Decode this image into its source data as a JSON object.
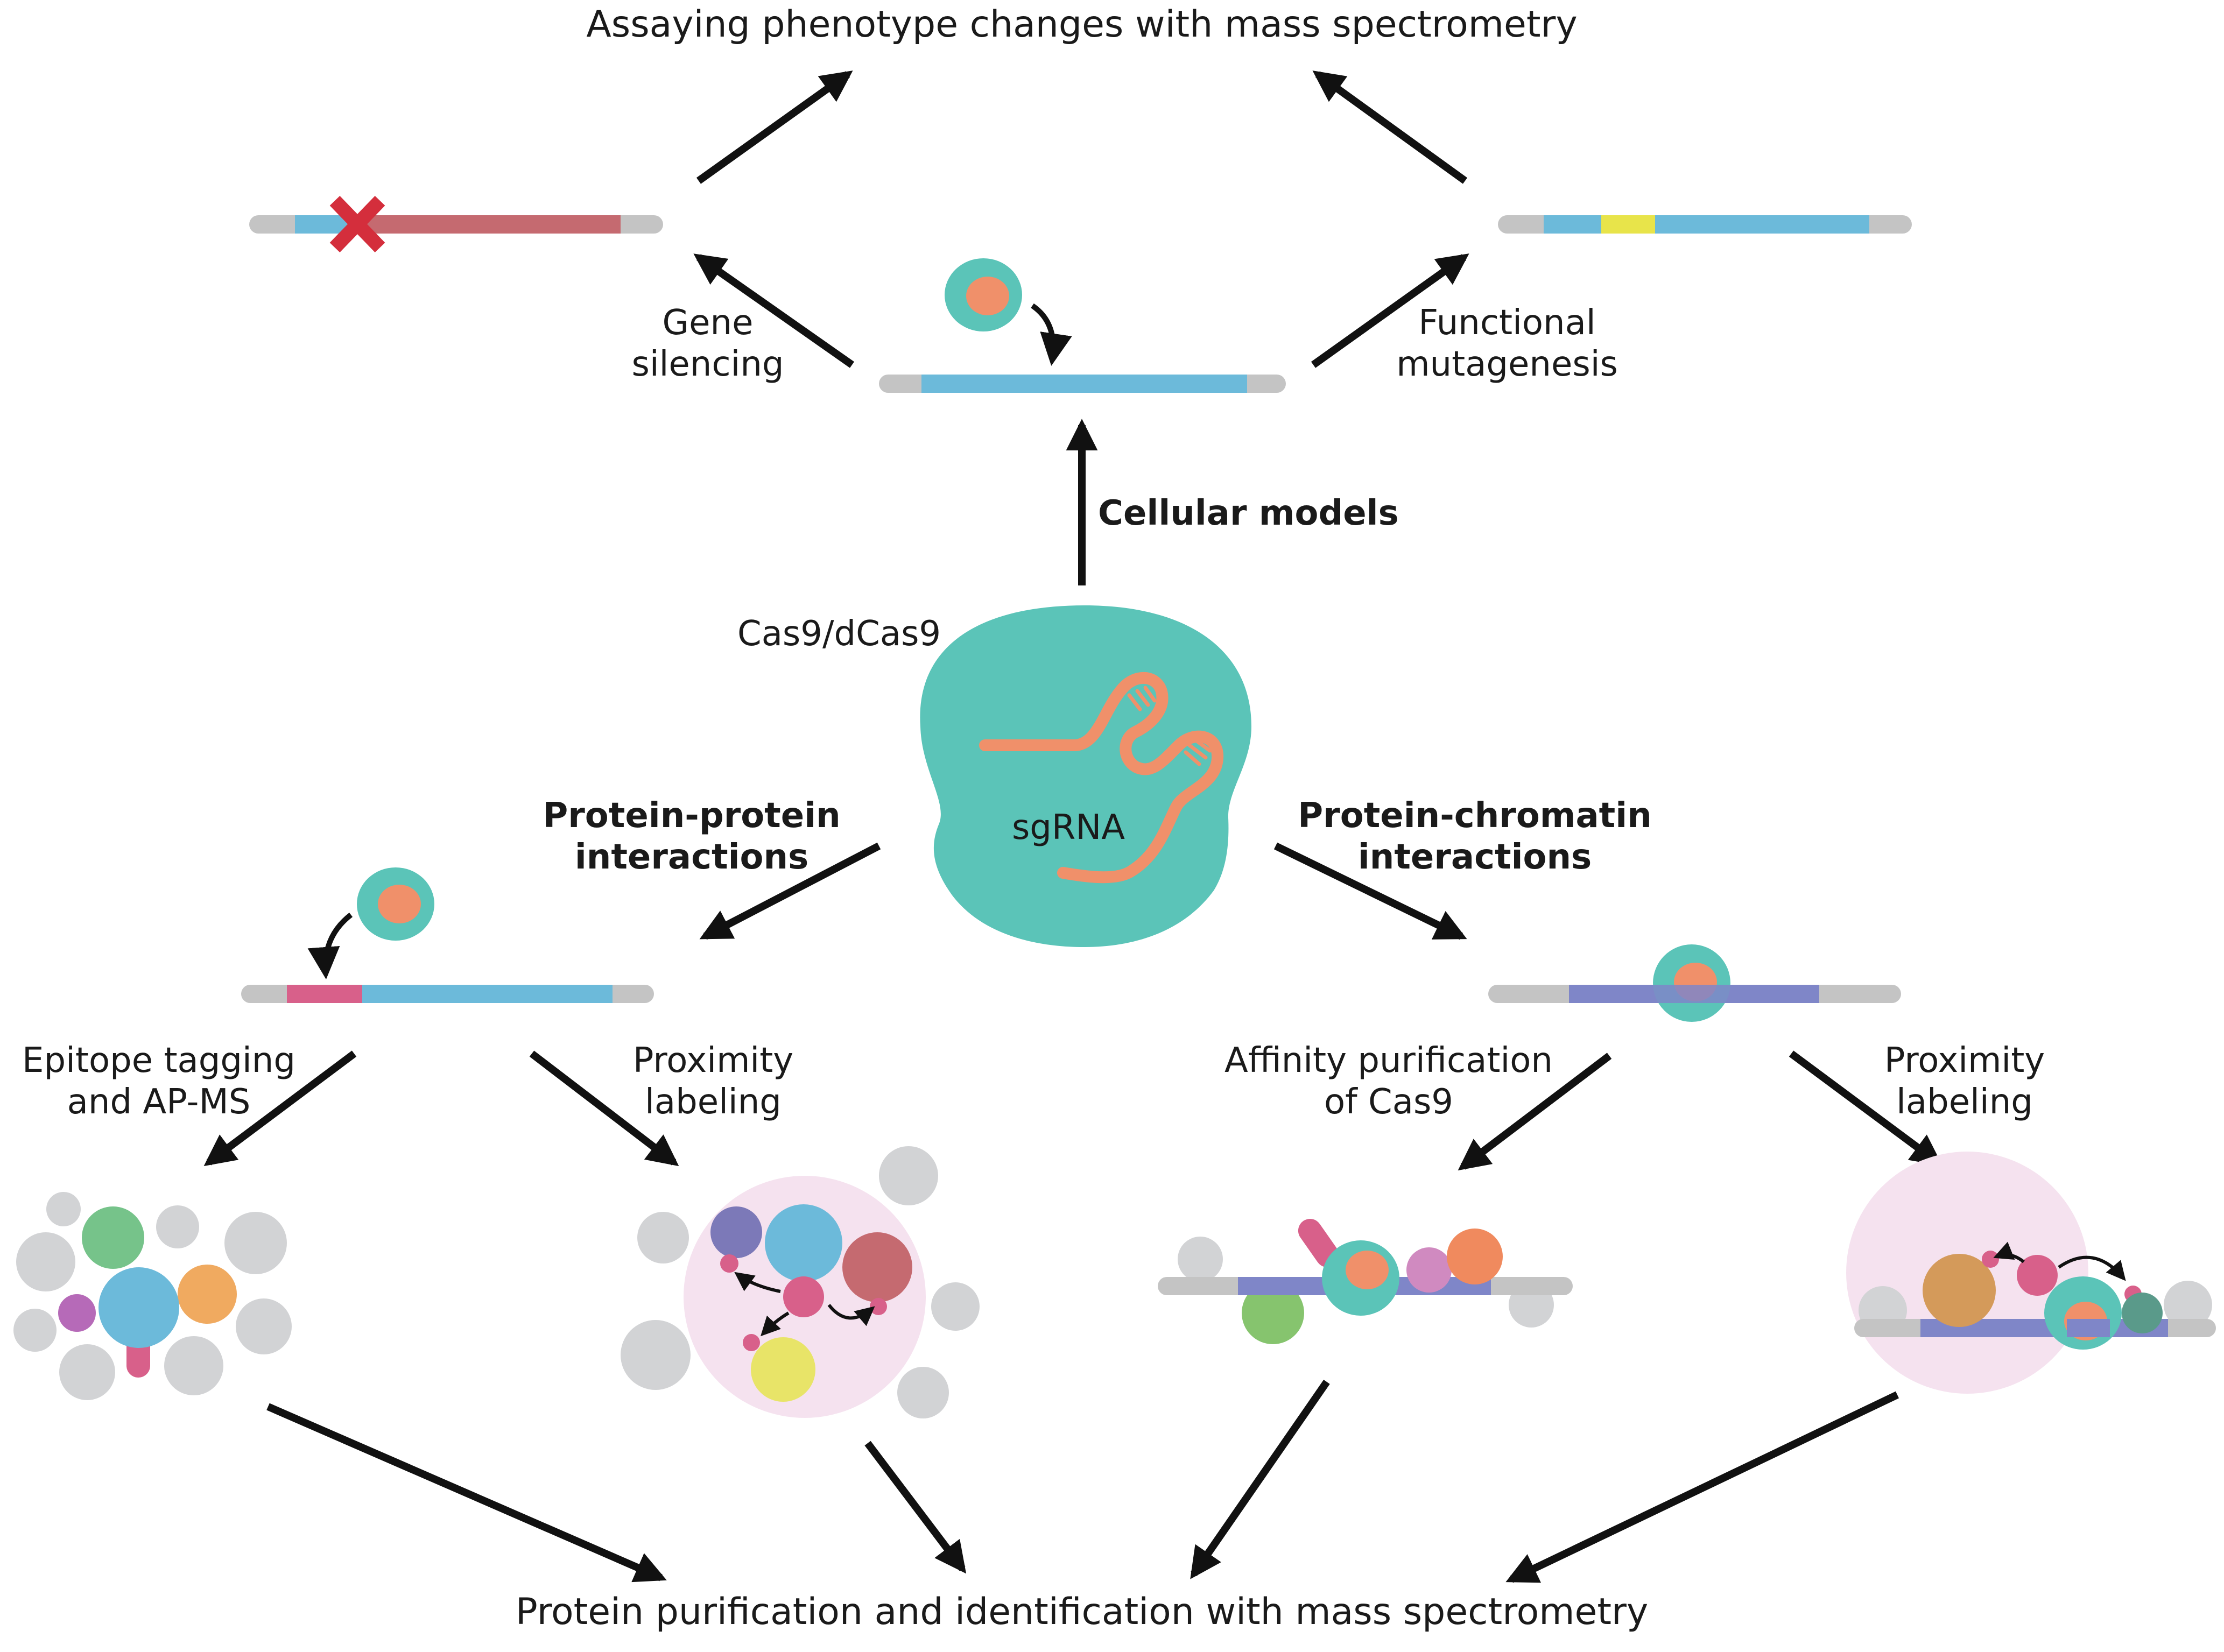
{
  "labels": {
    "top_title": "Assaying phenotype changes with mass spectrometry",
    "gene_silencing_1": "Gene",
    "gene_silencing_2": "silencing",
    "functional_mutagenesis_1": "Functional",
    "functional_mutagenesis_2": "mutagenesis",
    "cellular_models": "Cellular models",
    "cas9": "Cas9/dCas9",
    "sgrna": "sgRNA",
    "ppi_1": "Protein-protein",
    "ppi_2": "interactions",
    "pci_1": "Protein-chromatin",
    "pci_2": "interactions",
    "epitope_1": "Epitope tagging",
    "epitope_2": "and AP-MS",
    "proximity_left_1": "Proximity",
    "proximity_left_2": "labeling",
    "affinity_1": "Affinity purification",
    "affinity_2": "of Cas9",
    "proximity_right_1": "Proximity",
    "proximity_right_2": "labeling",
    "bottom_title": "Protein purification and identification with mass spectrometry"
  },
  "colors": {
    "cas9": "#5bc4b8",
    "sgrna": "#f0906a",
    "dna_gray": "#c4c4c4",
    "dna_blue": "#6cbada",
    "dna_red": "#c56a70",
    "dna_purple": "#7f86c8",
    "tag_pink": "#d8608a",
    "mutation_yellow": "#e8e44a",
    "cross_red": "#d42e3c",
    "arrow": "#111111",
    "halo": "#f5e2ef"
  }
}
